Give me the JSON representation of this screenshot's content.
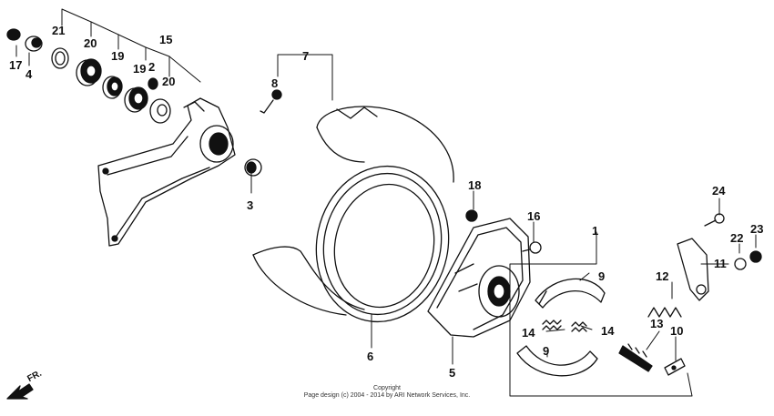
{
  "callouts": {
    "p1": "1",
    "p2": "2",
    "p3": "3",
    "p4": "4",
    "p5": "5",
    "p6": "6",
    "p7": "7",
    "p8": "8",
    "p9a": "9",
    "p9b": "9",
    "p10": "10",
    "p11": "11",
    "p12": "12",
    "p13": "13",
    "p14a": "14",
    "p14b": "14",
    "p15": "15",
    "p16": "16",
    "p17": "17",
    "p18": "18",
    "p19a": "19",
    "p19b": "19",
    "p20a": "20",
    "p20b": "20",
    "p21": "21",
    "p22": "22",
    "p23": "23",
    "p24": "24"
  },
  "direction_label": "FR.",
  "footer": {
    "line1": "Copyright",
    "line2": "Page design (c) 2004 - 2014 by ARI Network Services, Inc."
  },
  "colors": {
    "ink": "#111111",
    "background": "#ffffff"
  }
}
